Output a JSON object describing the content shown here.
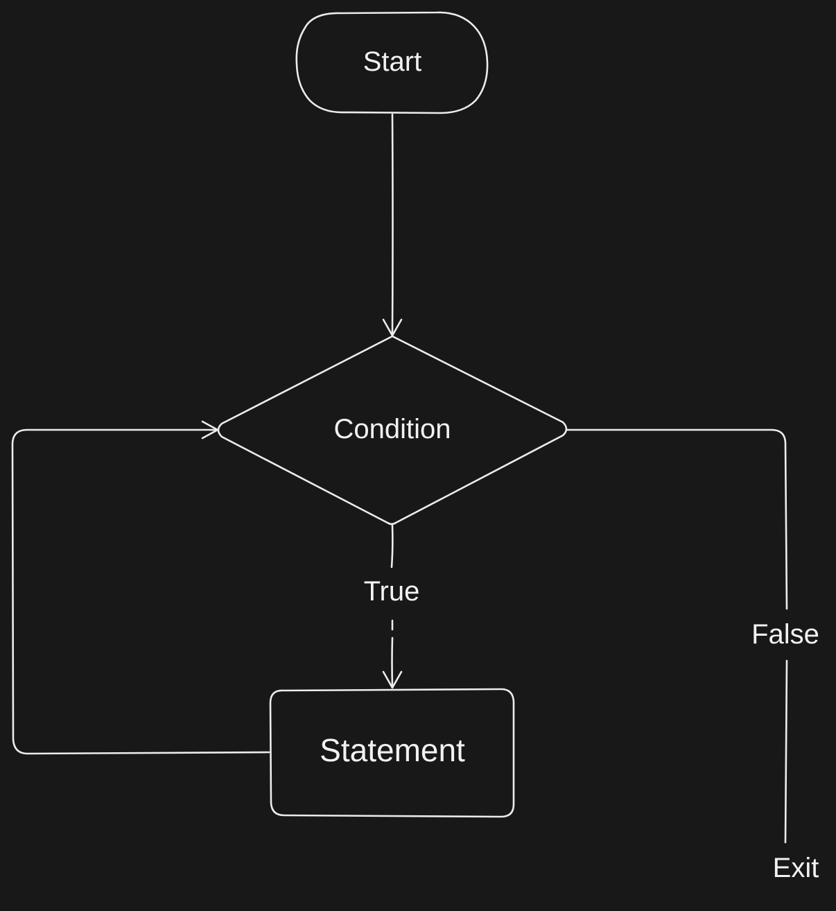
{
  "diagram": {
    "nodes": {
      "start": "Start",
      "condition": "Condition",
      "statement": "Statement",
      "exit": "Exit"
    },
    "edge_labels": {
      "true": "True",
      "false": "False"
    },
    "colors": {
      "background": "#181818",
      "stroke": "#ececec",
      "text": "#f2f2f2"
    }
  }
}
